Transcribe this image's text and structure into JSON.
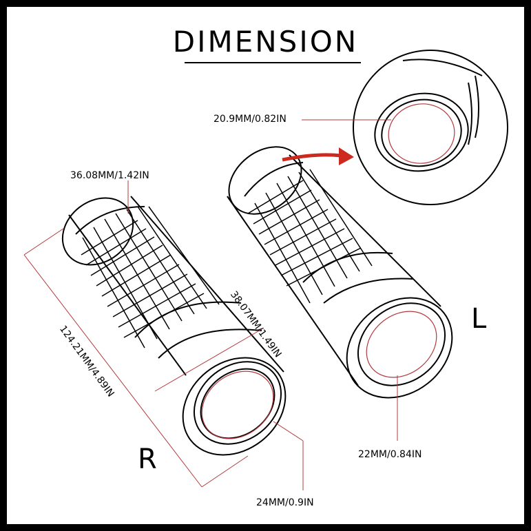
{
  "title": "DIMENSION",
  "labels": {
    "inner_diameter_l_end": "20.9MM/0.82IN",
    "top_diameter_r": "36.08MM/1.42IN",
    "outer_diameter_r": "38.07MM/1.49IN",
    "length_r": "124.21MM/4.89IN",
    "inner_diameter_l": "22MM/0.84IN",
    "inner_diameter_r": "24MM/0.9IN"
  },
  "sides": {
    "right": "R",
    "left": "L"
  },
  "colors": {
    "dimension_line": "#b5373a",
    "arrow": "#cc2a1e",
    "outline": "#000000"
  }
}
